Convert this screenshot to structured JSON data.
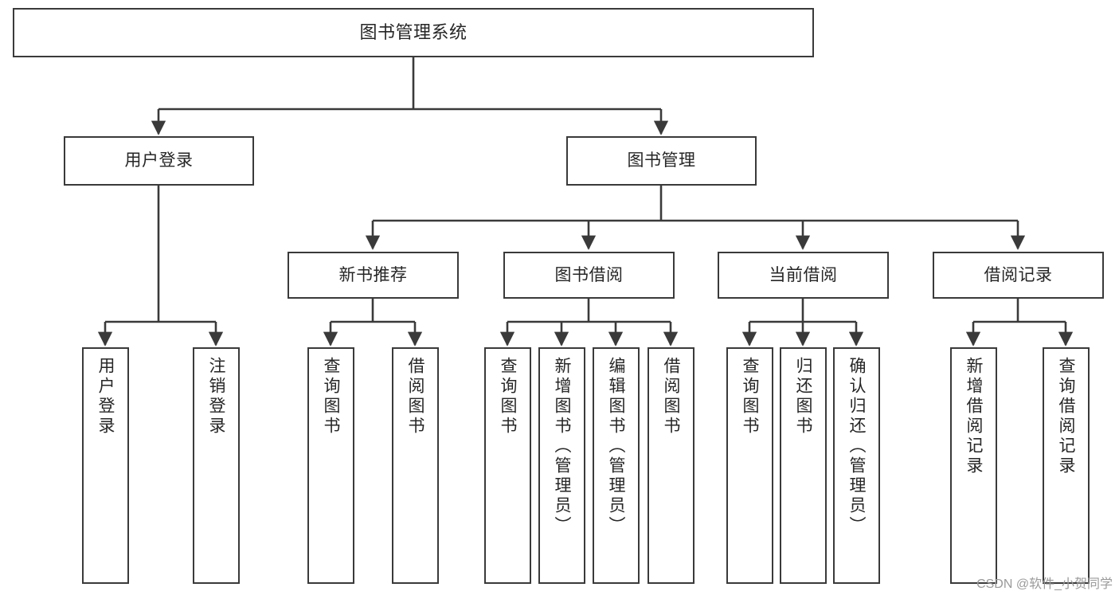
{
  "diagram": {
    "type": "tree-hierarchy",
    "title": "图书管理系统",
    "orientation": "top-down",
    "colors": {
      "box_border": "#3a3a3a",
      "box_fill": "#ffffff",
      "connector": "#3a3a3a",
      "text": "#262626",
      "watermark": "#9a9a9a"
    }
  },
  "nodes": {
    "root": {
      "label": "图书管理系统"
    },
    "level1": [
      {
        "label": "用户登录"
      },
      {
        "label": "图书管理"
      }
    ],
    "level2": [
      {
        "label": "新书推荐"
      },
      {
        "label": "图书借阅"
      },
      {
        "label": "当前借阅"
      },
      {
        "label": "借阅记录"
      }
    ],
    "leaves": {
      "user_login": [
        {
          "label": "用户登录"
        },
        {
          "label": "注销登录"
        }
      ],
      "new_book_recommend": [
        {
          "label": "查询图书"
        },
        {
          "label": "借阅图书"
        }
      ],
      "book_borrow": [
        {
          "label": "查询图书"
        },
        {
          "label": "新增图书（管理员）"
        },
        {
          "label": "编辑图书（管理员）"
        },
        {
          "label": "借阅图书"
        }
      ],
      "current_borrow": [
        {
          "label": "查询图书"
        },
        {
          "label": "归还图书"
        },
        {
          "label": "确认归还（管理员）"
        }
      ],
      "borrow_record": [
        {
          "label": "新增借阅记录"
        },
        {
          "label": "查询借阅记录"
        }
      ]
    }
  },
  "watermark": {
    "text": "CSDN @软件_小贺同学"
  }
}
